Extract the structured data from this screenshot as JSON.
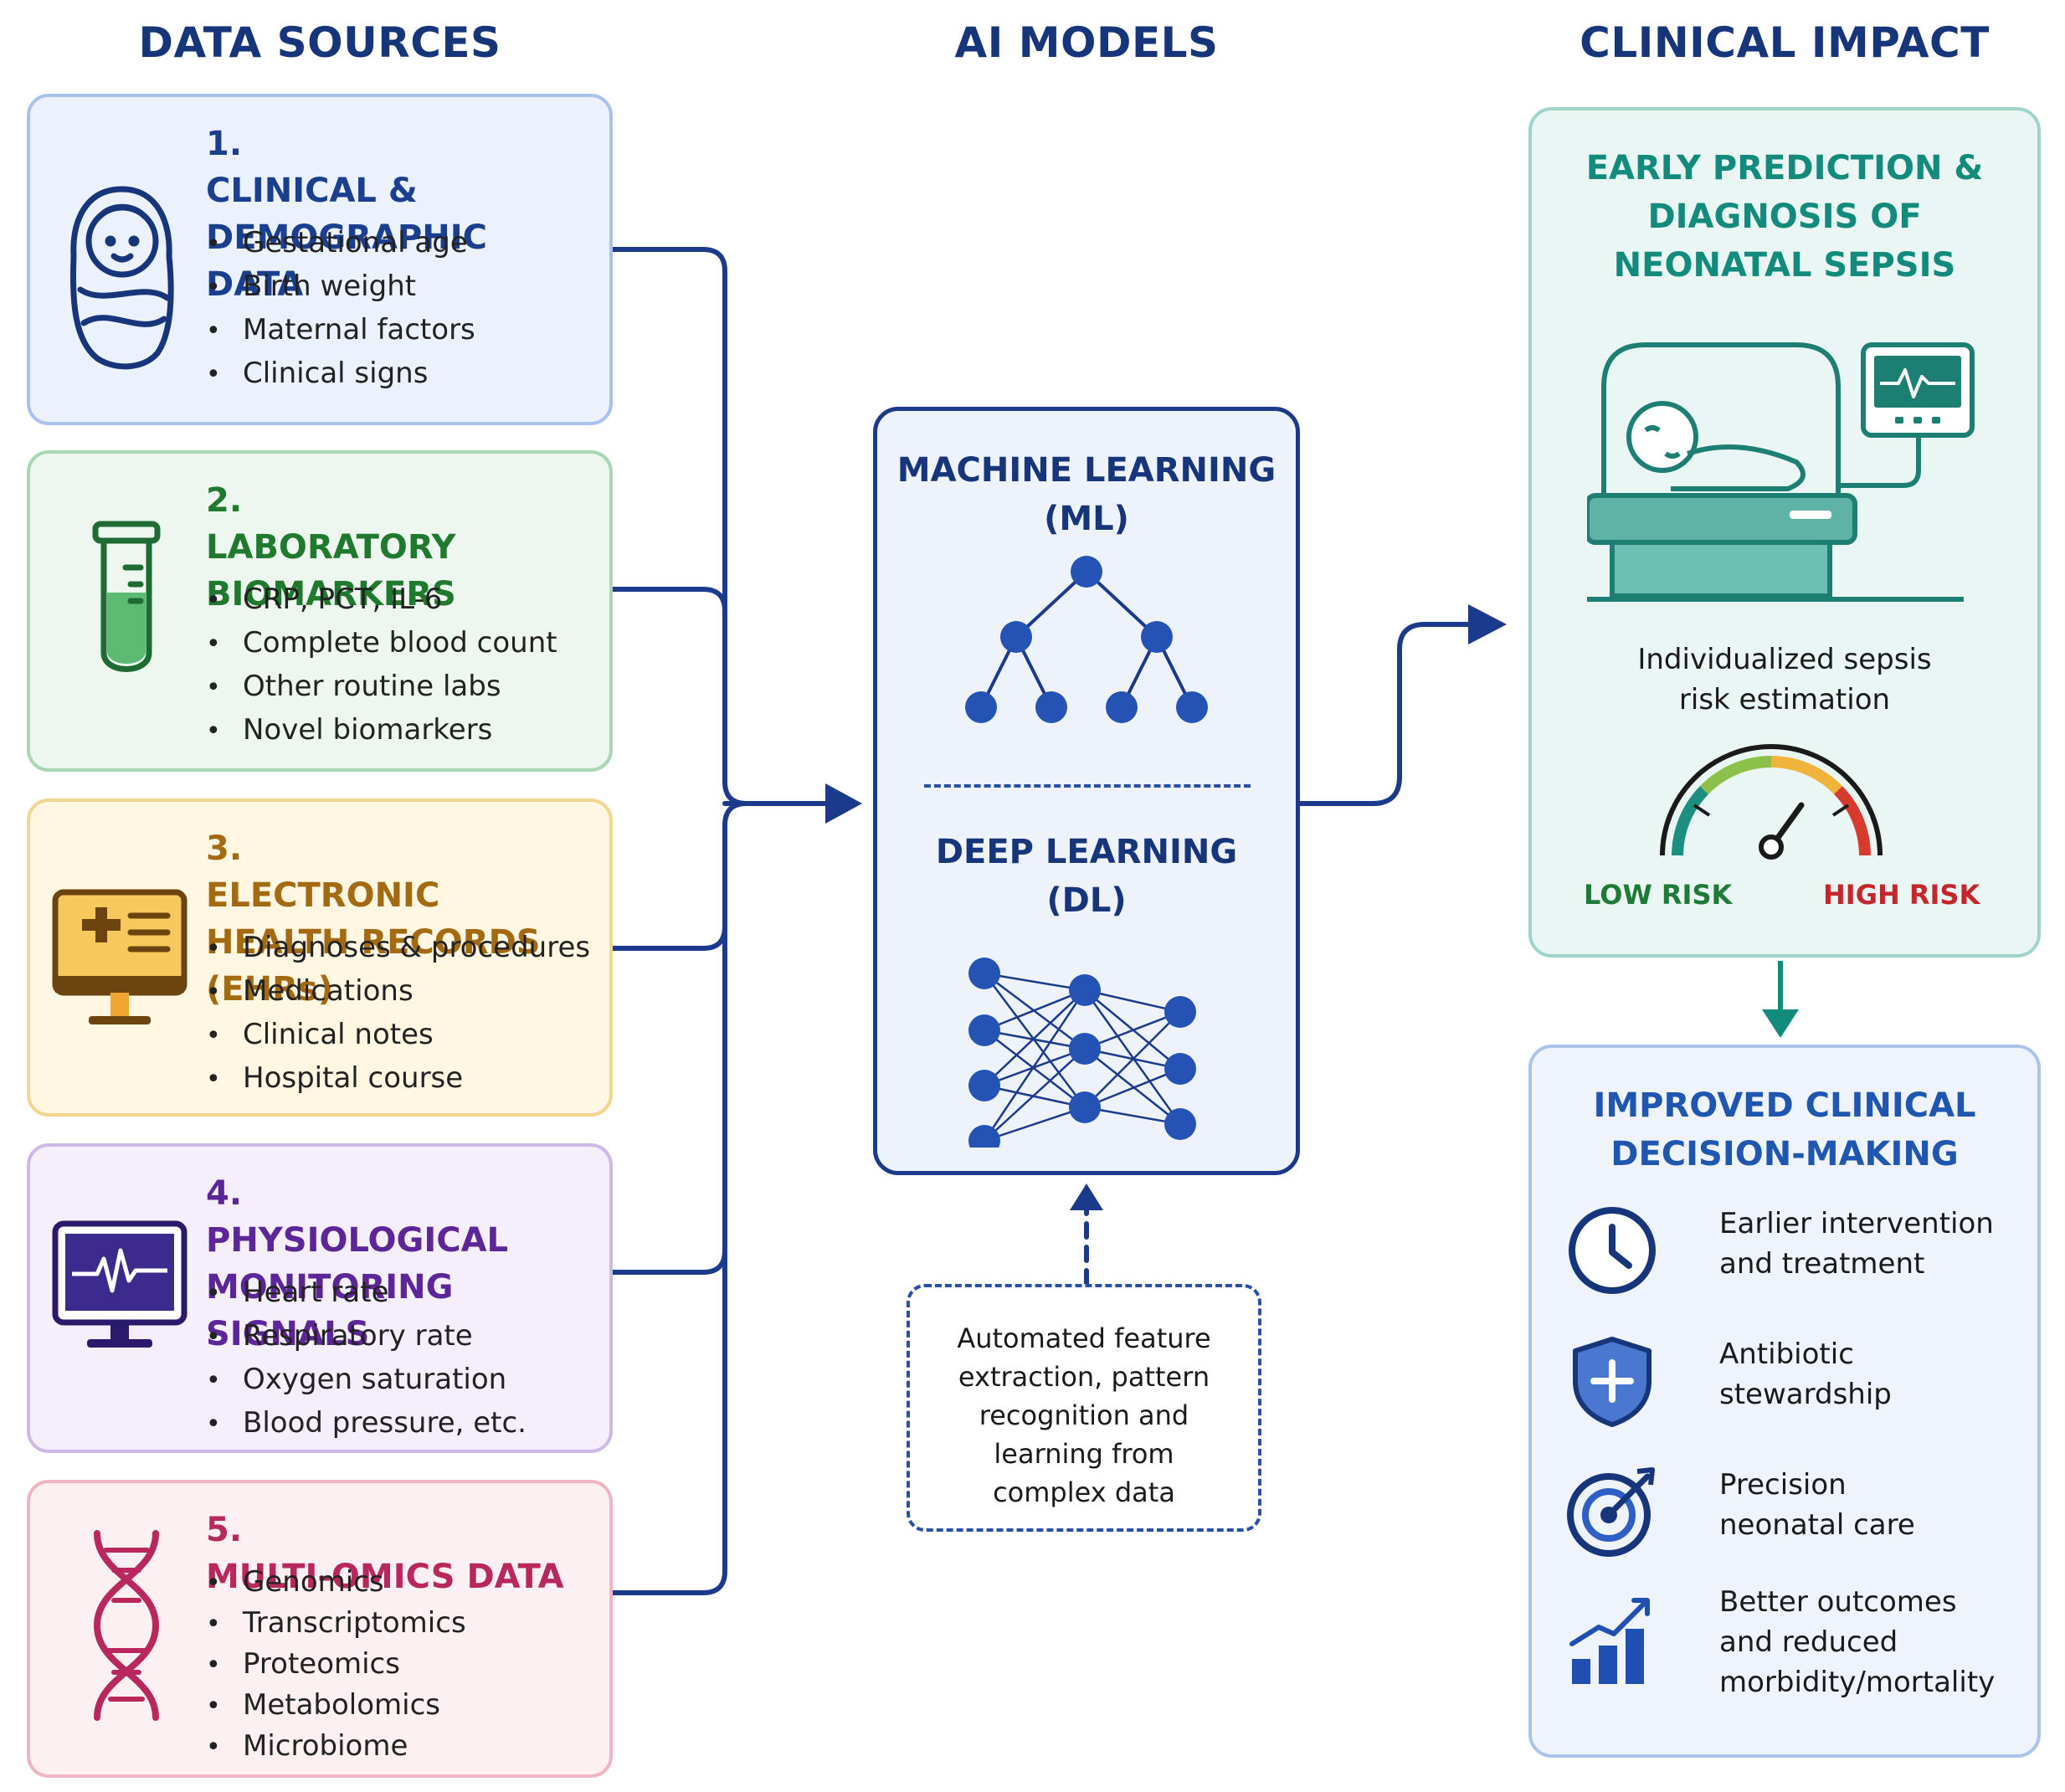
{
  "headers": {
    "sources": "DATA SOURCES",
    "models": "AI MODELS",
    "impact": "CLINICAL IMPACT"
  },
  "sources": [
    {
      "number": "1.",
      "title": "CLINICAL & DEMOGRAPHIC DATA",
      "icon": "swaddled-baby-icon",
      "items": [
        "Gestational age",
        "Birth weight",
        "Maternal factors",
        "Clinical signs"
      ]
    },
    {
      "number": "2.",
      "title": "LABORATORY BIOMARKERS",
      "icon": "test-tube-icon",
      "items": [
        "CRP, PCT, IL-6",
        "Complete blood count",
        "Other routine labs",
        "Novel biomarkers"
      ]
    },
    {
      "number": "3.",
      "title": "ELECTRONIC HEALTH RECORDS (EHRs)",
      "icon": "ehr-monitor-icon",
      "items": [
        "Diagnoses & procedures",
        "Medications",
        "Clinical notes",
        "Hospital course"
      ]
    },
    {
      "number": "4.",
      "title": "PHYSIOLOGICAL MONITORING SIGNALS",
      "icon": "vitals-monitor-icon",
      "items": [
        "Heart rate",
        "Respiratory rate",
        "Oxygen saturation",
        "Blood pressure, etc."
      ]
    },
    {
      "number": "5.",
      "title": "MULTI-OMICS DATA",
      "icon": "dna-icon",
      "items": [
        "Genomics",
        "Transcriptomics",
        "Proteomics",
        "Metabolomics",
        "Microbiome"
      ]
    }
  ],
  "models": {
    "ml_title_1": "MACHINE LEARNING",
    "ml_title_2": "(ML)",
    "dl_title_1": "DEEP LEARNING",
    "dl_title_2": "(DL)",
    "ml_icon": "decision-tree-icon",
    "dl_icon": "neural-network-icon"
  },
  "feature_note": {
    "lines": [
      "Automated feature",
      "extraction, pattern",
      "recognition and",
      "learning from",
      "complex data"
    ]
  },
  "impact": {
    "title_lines": [
      "EARLY PREDICTION &",
      "DIAGNOSIS OF",
      "NEONATAL SEPSIS"
    ],
    "illustration": "incubator-icon",
    "caption_lines": [
      "Individualized sepsis",
      "risk estimation"
    ],
    "gauge_icon": "risk-gauge-icon",
    "low_label": "LOW RISK",
    "high_label": "HIGH RISK"
  },
  "decision": {
    "title_lines": [
      "IMPROVED CLINICAL",
      "DECISION-MAKING"
    ],
    "items": [
      {
        "icon": "clock-icon",
        "lines": [
          "Earlier intervention",
          "and treatment"
        ]
      },
      {
        "icon": "shield-icon",
        "lines": [
          "Antibiotic",
          "stewardship"
        ]
      },
      {
        "icon": "target-icon",
        "lines": [
          "Precision",
          "neonatal care"
        ]
      },
      {
        "icon": "bar-chart-icon",
        "lines": [
          "Better outcomes",
          "and reduced",
          "morbidity/mortality"
        ]
      }
    ]
  },
  "colors": {
    "navy": "#17357a",
    "connector": "#1b3a8c",
    "teal": "#128a7c",
    "source1": "#1b3f8f",
    "source2": "#1f7a2e",
    "source3": "#a46a12",
    "source4": "#5c2598",
    "source5": "#b8285c",
    "low_risk": "#1e7a34",
    "high_risk": "#c3262b"
  }
}
